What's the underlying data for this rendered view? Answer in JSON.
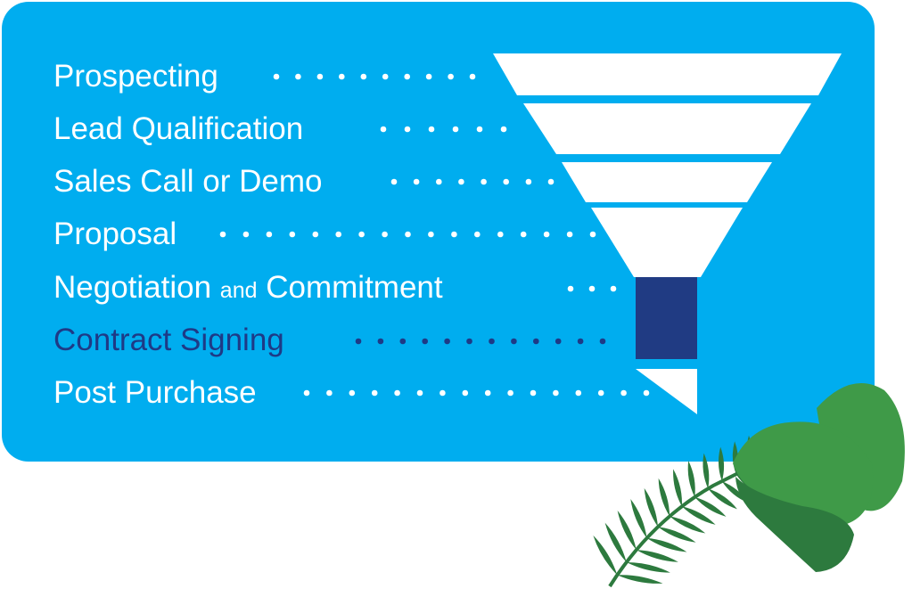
{
  "colors": {
    "background": "#00adef",
    "text": "#ffffff",
    "highlight_text": "#1e3a86",
    "highlight_block": "#203b83",
    "funnel": "#ffffff",
    "leaf_dark": "#2d7a3e",
    "leaf_light": "#3f9a48"
  },
  "stages": [
    {
      "text": "Prospecting"
    },
    {
      "text": "Lead Qualification"
    },
    {
      "text": "Sales Call or Demo"
    },
    {
      "text": "Proposal"
    },
    {
      "text_a": "Negotiation ",
      "text_small": "and",
      "text_b": " Commitment"
    },
    {
      "text": "Contract Signing"
    },
    {
      "text": "Post Purchase"
    }
  ],
  "icons": [
    "funnel-icon",
    "palm-leaf-icon",
    "green-leaf-icon"
  ]
}
